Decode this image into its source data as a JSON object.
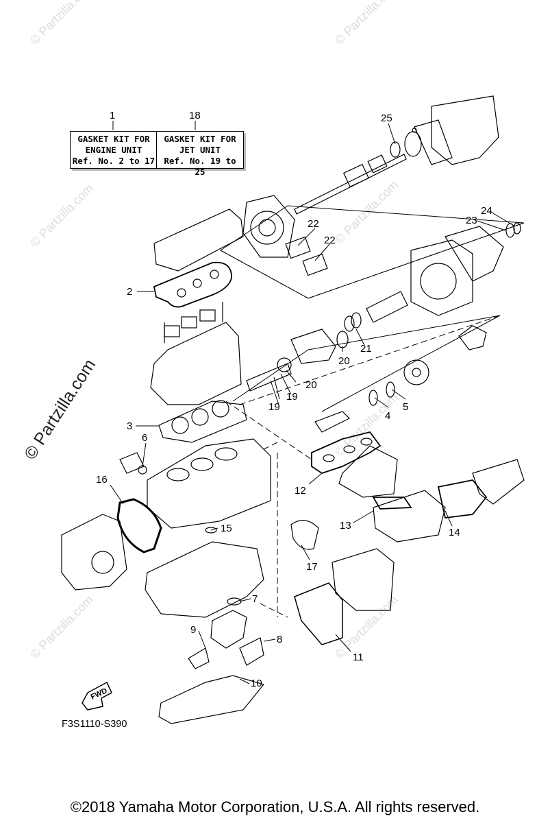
{
  "kits": [
    {
      "number": "1",
      "lines": [
        "GASKET KIT FOR",
        "ENGINE UNIT",
        "Ref. No. 2 to 17"
      ]
    },
    {
      "number": "18",
      "lines": [
        "GASKET KIT FOR",
        "JET UNIT",
        "Ref. No. 19 to 25"
      ]
    }
  ],
  "callouts": [
    "2",
    "3",
    "4",
    "5",
    "6",
    "7",
    "8",
    "9",
    "10",
    "11",
    "12",
    "13",
    "14",
    "15",
    "16",
    "17",
    "19",
    "19",
    "20",
    "20",
    "21",
    "22",
    "22",
    "23",
    "24",
    "25"
  ],
  "watermark": "© Partzilla.com",
  "watermark_short": "© Partzilla.com",
  "fwd_label": "FWD",
  "diagram_code": "F3S1110-S390",
  "copyright": "©2018 Yamaha Motor Corporation, U.S.A. All rights reserved."
}
